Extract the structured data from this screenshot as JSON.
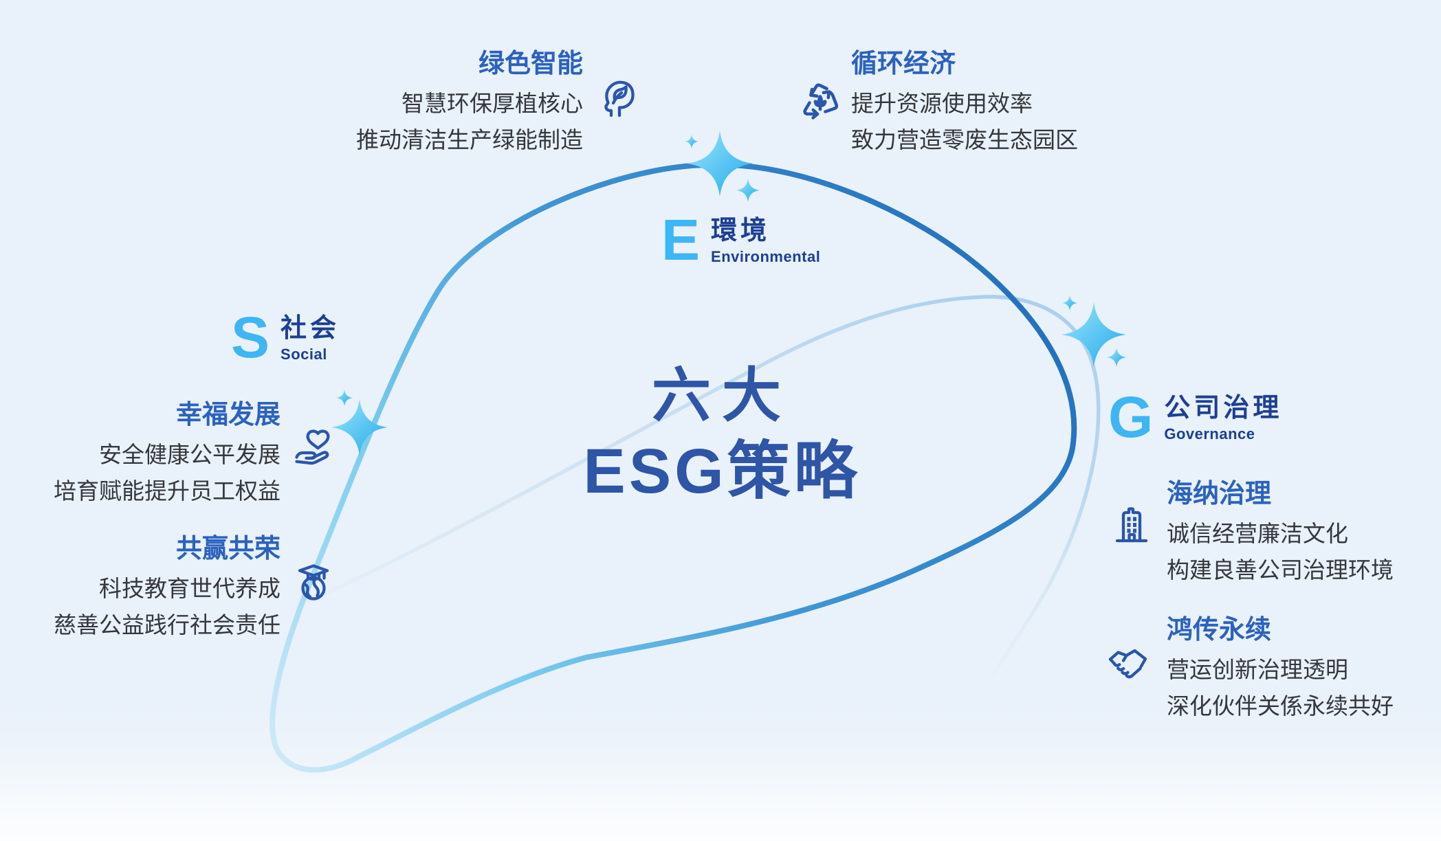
{
  "diagram": {
    "title_line1": "六大",
    "title_line2": "ESG策略"
  },
  "categories": [
    {
      "letter": "E",
      "zh": "環境",
      "en": "Environmental"
    },
    {
      "letter": "S",
      "zh": "社会",
      "en": "Social"
    },
    {
      "letter": "G",
      "zh": "公司治理",
      "en": "Governance"
    }
  ],
  "strategies": [
    {
      "title": "绿色智能",
      "icon": "head-leaf-icon",
      "lines": [
        "智慧环保厚植核心",
        "推动清洁生产绿能制造"
      ]
    },
    {
      "title": "循环经济",
      "icon": "recycle-leaf-icon",
      "lines": [
        "提升资源使用效率",
        "致力营造零废生态园区"
      ]
    },
    {
      "title": "幸福发展",
      "icon": "hand-heart-icon",
      "lines": [
        "安全健康公平发展",
        "培育赋能提升员工权益"
      ]
    },
    {
      "title": "共赢共荣",
      "icon": "globe-graduation-icon",
      "lines": [
        "科技教育世代养成",
        "慈善公益践行社会责任"
      ]
    },
    {
      "title": "海纳治理",
      "icon": "building-icon",
      "lines": [
        "诚信经营廉洁文化",
        "构建良善公司治理环境"
      ]
    },
    {
      "title": "鸿传永续",
      "icon": "handshake-icon",
      "lines": [
        "营运创新治理透明",
        "深化伙伴关係永续共好"
      ]
    }
  ],
  "colors": {
    "background": "#E9F1FA",
    "accent_letter_cyan": "#3DB6F3",
    "category_navy": "#1D3F94",
    "center_title_blue": "#2E55A6",
    "strategy_title_blue": "#2B62BE",
    "body_text": "#35373C",
    "icon_blue": "#2A56AC",
    "ring_blue": "#1E6AB8",
    "ring_cyan": "#79CCEE",
    "ring_light": "#D4EBF8",
    "star_cyan": "#1EA9EB"
  }
}
